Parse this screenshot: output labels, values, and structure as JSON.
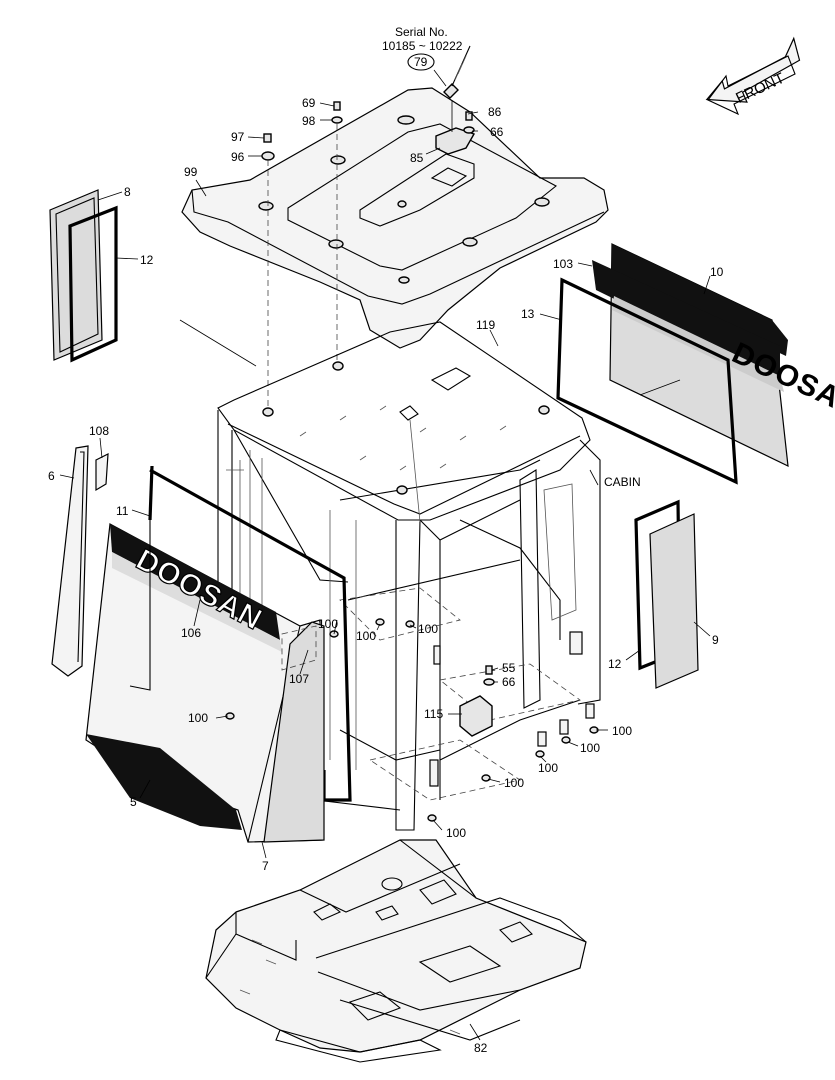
{
  "serial": {
    "title": "Serial No.",
    "range": "10185 ~ 10222",
    "part": "79"
  },
  "direction_label": "FRONT",
  "cabin_label": "CABIN",
  "brand": "DOOSAN",
  "labels": {
    "p69": "69",
    "p98": "98",
    "p86": "86",
    "p66a": "66",
    "p97": "97",
    "p96": "96",
    "p85": "85",
    "p99": "99",
    "p8": "8",
    "p12a": "12",
    "p103": "103",
    "p10": "10",
    "p13": "13",
    "p119": "119",
    "p108": "108",
    "p6": "6",
    "p11": "11",
    "p106": "106",
    "p107": "107",
    "p100a": "100",
    "p100b": "100",
    "p100c": "100",
    "p55": "55",
    "p66b": "66",
    "p115": "115",
    "p100d": "100",
    "p100e": "100",
    "p100f": "100",
    "p100g": "100",
    "p100h": "100",
    "p12b": "12",
    "p9": "9",
    "p5": "5",
    "p7": "7",
    "p82": "82"
  },
  "colors": {
    "line": "#000000",
    "panel": "#e6e6e6",
    "glass": "#dcdcdc"
  }
}
